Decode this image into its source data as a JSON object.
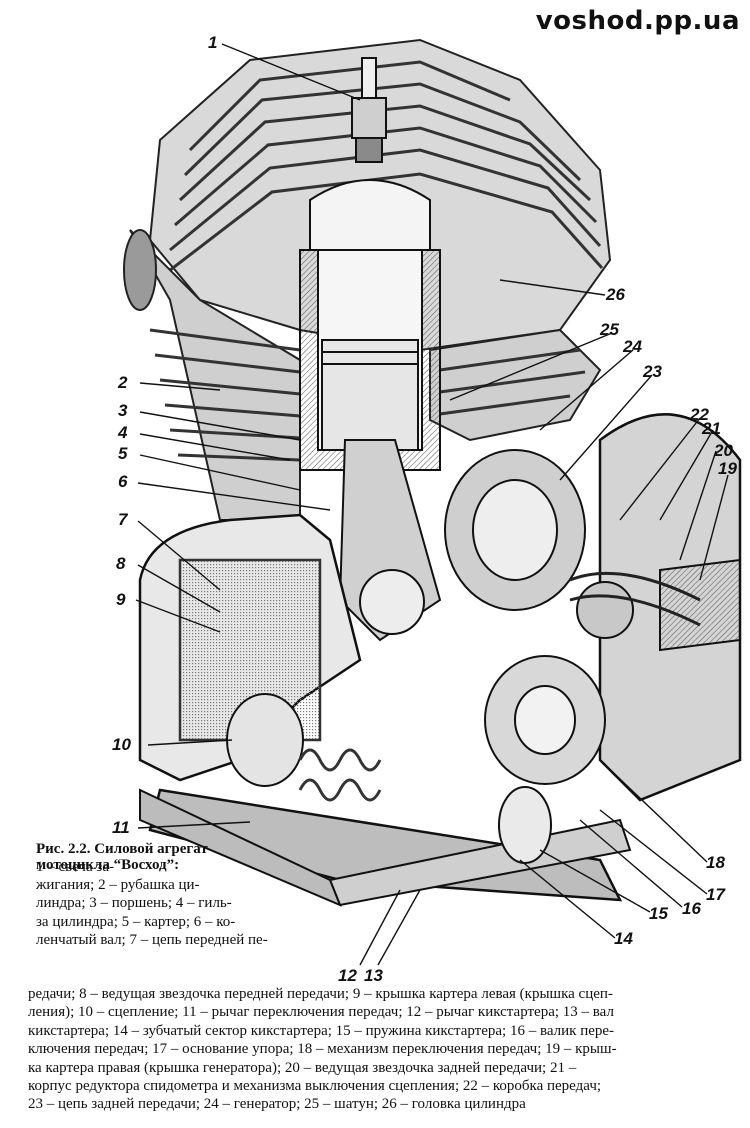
{
  "site": "voshod.pp.ua",
  "caption": {
    "title": "Рис. 2.2. Силовой агрегат мотоцикла “Восход”:",
    "lines": [
      "1 – свеча за-",
      "жигания; 2 – рубашка ци-",
      "линдра; 3 – поршень; 4 – гиль-",
      "за цилиндра; 5 – картер; 6 – ко-",
      "ленчатый вал; 7 – цепь передней пе-"
    ],
    "body_lines": [
      "редачи; 8 – ведущая звездочка передней передачи; 9 – крышка картера левая (крышка сцеп-",
      "ления); 10 – сцепление; 11 – рычаг переключения передач; 12 – рычаг кикстартера; 13 – вал",
      "кикстартера; 14 – зубчатый сектор кикстартера; 15 – пружина кикстартера; 16 – валик пере-",
      "ключения передач; 17 – основание упора; 18 – механизм переключения передач; 19 – крыш-",
      "ка картера правая (крышка генератора); 20 – ведущая звездочка задней передачи; 21 –",
      "корпус редуктора спидометра и механизма выключения сцепления; 22 – коробка передач;",
      "23 – цепь задней передачи; 24 – генератор; 25 – шатун; 26 – головка цилиндра"
    ]
  },
  "callouts": [
    "1",
    "2",
    "3",
    "4",
    "5",
    "6",
    "7",
    "8",
    "9",
    "10",
    "11",
    "12",
    "13",
    "14",
    "15",
    "16",
    "17",
    "18",
    "19",
    "20",
    "21",
    "22",
    "23",
    "24",
    "25",
    "26"
  ]
}
